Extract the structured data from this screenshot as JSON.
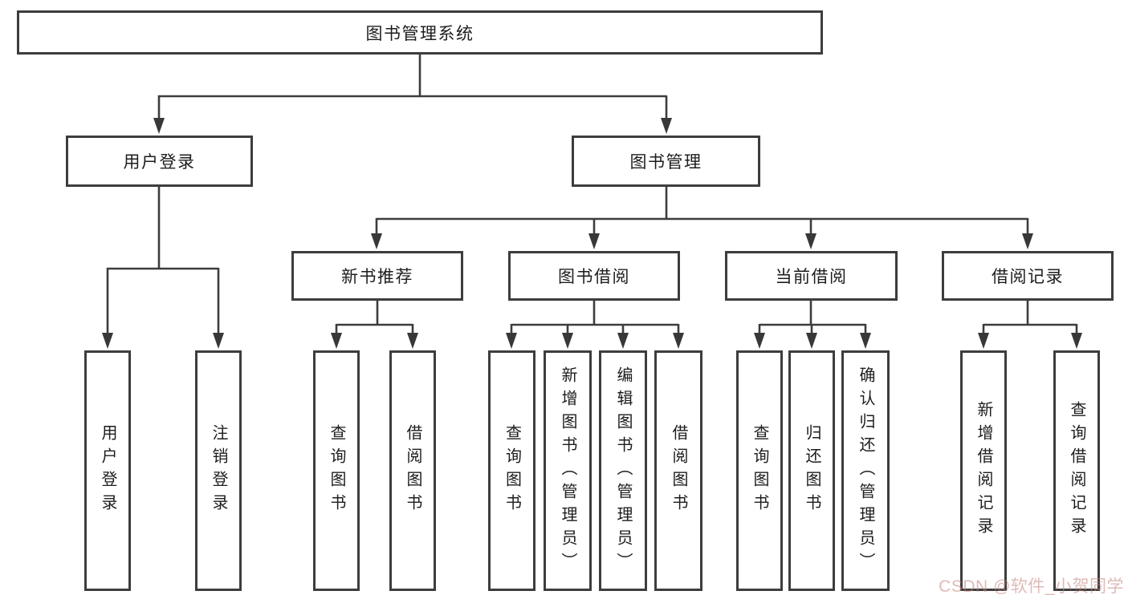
{
  "tree": {
    "root": {
      "label": "图书管理系统",
      "children": [
        {
          "label": "用户登录",
          "children": [
            {
              "label": "用户登录"
            },
            {
              "label": "注销登录"
            }
          ]
        },
        {
          "label": "图书管理",
          "children": [
            {
              "label": "新书推荐",
              "children": [
                {
                  "label": "查询图书"
                },
                {
                  "label": "借阅图书"
                }
              ]
            },
            {
              "label": "图书借阅",
              "children": [
                {
                  "label": "查询图书"
                },
                {
                  "label": "新增图书（管理员）"
                },
                {
                  "label": "编辑图书（管理员）"
                },
                {
                  "label": "借阅图书"
                }
              ]
            },
            {
              "label": "当前借阅",
              "children": [
                {
                  "label": "查询图书"
                },
                {
                  "label": "归还图书"
                },
                {
                  "label": "确认归还（管理员）"
                }
              ]
            },
            {
              "label": "借阅记录",
              "children": [
                {
                  "label": "新增借阅记录"
                },
                {
                  "label": "查询借阅记录"
                }
              ]
            }
          ]
        }
      ]
    }
  },
  "watermark": {
    "text": "CSDN @软件_小贺同学"
  },
  "colors": {
    "line": "#3d3d3d",
    "text": "#1d1d1d",
    "background": "#ffffff",
    "watermark": "#c4827c"
  }
}
